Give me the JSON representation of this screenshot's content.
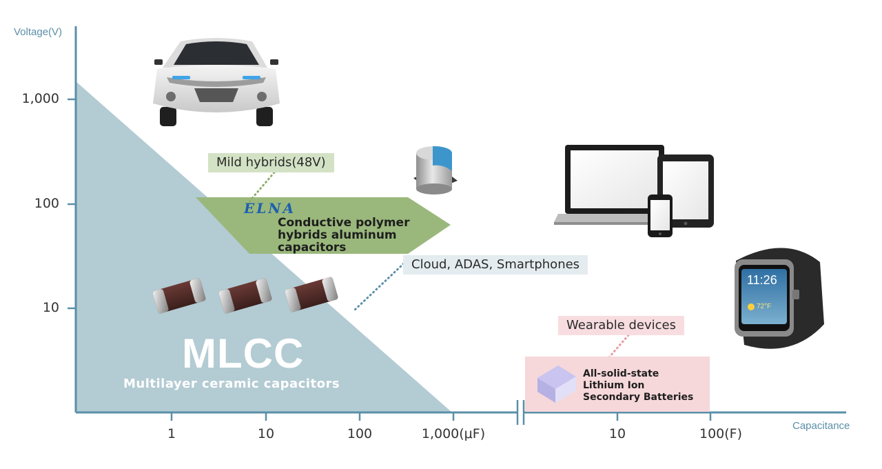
{
  "axes": {
    "y_title": "Voltage(V)",
    "x_title": "Capacitance",
    "y_ticks": [
      "1,000",
      "100",
      "10"
    ],
    "x_ticks_left": [
      "1",
      "10",
      "100",
      "1,000(μF)"
    ],
    "x_ticks_right": [
      "10",
      "100(F)"
    ]
  },
  "regions": {
    "mlcc": {
      "title": "MLCC",
      "subtitle": "Multilayer ceramic capacitors",
      "color": "#b3cbd3"
    },
    "hybrid_arrow": {
      "brand": "ELNA",
      "lines": [
        "Conductive polymer",
        "hybrids aluminum",
        "capacitors"
      ],
      "color": "#9ab87c"
    },
    "battery": {
      "lines": [
        "All-solid-state",
        "Lithium Ion",
        "Secondary Batteries"
      ],
      "color": "#f6d7da"
    }
  },
  "tags": {
    "mild_hybrids": "Mild hybrids(48V)",
    "cloud": "Cloud, ADAS, Smartphones",
    "wearable": "Wearable devices"
  },
  "watch": {
    "time": "11:26",
    "temp": "72°F"
  },
  "icons": [
    "car-image",
    "capacitor-image",
    "devices-image",
    "smartwatch-image",
    "mlcc-chip-icon",
    "battery-cell-icon"
  ],
  "colors": {
    "axis": "#5a8fa8",
    "mlcc_region": "#b3cbd3",
    "arrow": "#9ab87c",
    "accent_blue": "#1d5fb0"
  }
}
